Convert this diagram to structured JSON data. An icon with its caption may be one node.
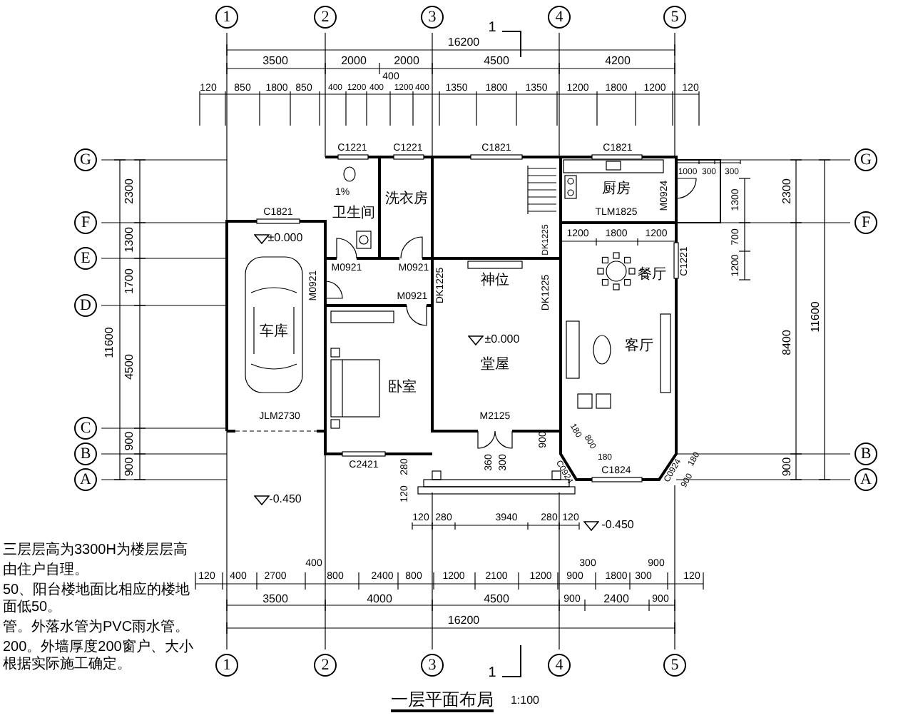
{
  "diagram": {
    "title": "一层平面布局",
    "nodes": [
      {
        "text": [
          "1"
        ]
      },
      {
        "text": [
          "2"
        ]
      },
      {
        "text": [
          "3"
        ]
      },
      {
        "text": [
          "4"
        ]
      },
      {
        "text": [
          "5"
        ]
      },
      {
        "text": [
          "G"
        ]
      },
      {
        "text": [
          "G"
        ]
      },
      {
        "text": [
          "F"
        ]
      },
      {
        "text": [
          "F"
        ]
      },
      {
        "text": [
          "E"
        ]
      },
      {
        "text": [
          "D"
        ]
      },
      {
        "text": [
          "C"
        ]
      },
      {
        "text": [
          "B"
        ]
      },
      {
        "text": [
          "B"
        ]
      },
      {
        "text": [
          "A"
        ]
      },
      {
        "text": [
          "A"
        ]
      },
      {
        "text": [
          "1"
        ]
      },
      {
        "text": [
          "2"
        ]
      },
      {
        "text": [
          "3"
        ]
      },
      {
        "text": [
          "4"
        ]
      },
      {
        "text": [
          "5"
        ]
      }
    ],
    "labels": [
      "1",
      "16200",
      "3500",
      "2000",
      "2000",
      "4500",
      "4200",
      "400",
      "120",
      "850",
      "1800",
      "850",
      "400",
      "1200",
      "400",
      "1200",
      "400",
      "1350",
      "1800",
      "1350",
      "1200",
      "1800",
      "1200",
      "120",
      "C1221",
      "C1221",
      "C1821",
      "C1821",
      "1000",
      "300",
      "300",
      "2300",
      "2300",
      "厨房",
      "M0924",
      "1300",
      "1%",
      "卫生间",
      "洗衣房",
      "C1821",
      "TLM1825",
      "1300",
      "±0.000",
      "DK1225",
      "1200",
      "1800",
      "1200",
      "700",
      "C1221",
      "1200",
      "M0921",
      "M0921",
      "神位",
      "餐厅",
      "1700",
      "M0921",
      "DK1225",
      "DK1225",
      "M0921",
      "11600",
      "11600",
      "车库",
      "±0.000",
      "8400",
      "客厅",
      "堂屋",
      "4500",
      "卧室",
      "JLM2730",
      "M2125",
      "900",
      "900",
      "180",
      "800",
      "C0924",
      "180",
      "C1824",
      "C0924",
      "900",
      "180",
      "900",
      "C2421",
      "280",
      "900",
      "120",
      "360",
      "300",
      "-0.450",
      "120",
      "280",
      "3940",
      "280",
      "120",
      "-0.450",
      "400",
      "300",
      "900",
      "120",
      "400",
      "2700",
      "800",
      "2400",
      "800",
      "1200",
      "2100",
      "1200",
      "900",
      "1800",
      "300",
      "120",
      "3500",
      "4000",
      "4500",
      "900",
      "2400",
      "900",
      "16200",
      "三层层高为3300H为楼层层高",
      "由住户自理。",
      "50、阳台楼地面比相应的楼地面低50。",
      "管。外落水管为PVC雨水管。",
      "200。外墙厚度200窗户、大小根据实际施工确定。",
      "1",
      "1:100"
    ]
  }
}
